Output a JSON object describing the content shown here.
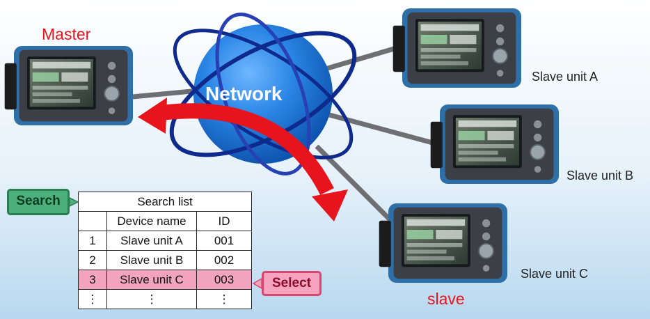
{
  "labels": {
    "master": "Master",
    "slave": "slave",
    "network": "Network",
    "slave_unit_a": "Slave unit A",
    "slave_unit_b": "Slave unit B",
    "slave_unit_c": "Slave unit C"
  },
  "buttons": {
    "search": "Search",
    "select": "Select"
  },
  "search_list": {
    "title": "Search list",
    "headers": [
      "",
      "Device name",
      "ID"
    ],
    "rows": [
      [
        "1",
        "Slave unit A",
        "001"
      ],
      [
        "2",
        "Slave unit B",
        "002"
      ],
      [
        "3",
        "Slave unit C",
        "003"
      ],
      [
        "⋮",
        "⋮",
        "⋮"
      ]
    ],
    "selected_row": 3
  },
  "colors": {
    "master_text": "#e8141d",
    "arrow": "#e8141d",
    "globe": "#1b6fd1",
    "orbit": "#0e2a8c",
    "device_body": "#3c4046",
    "device_bumper": "#2f6fa8",
    "search_button": "#4cb07c",
    "select_button": "#f5a3bf",
    "selected_row": "#f2a4be"
  },
  "icons": [
    "network-globe-icon",
    "otdr-device-icon"
  ]
}
